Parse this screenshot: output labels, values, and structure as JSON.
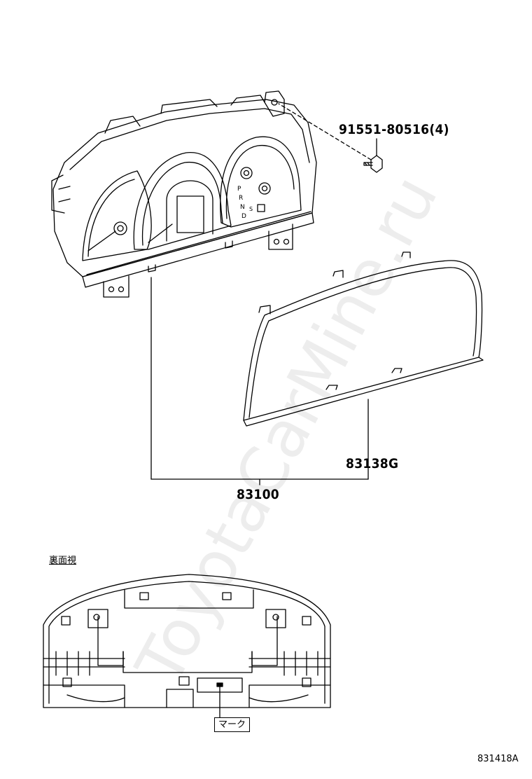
{
  "parts": {
    "bolt": "91551-80516(4)",
    "lens_cover": "83138G",
    "meter_assembly": "83100"
  },
  "rear_view": {
    "title": "裏面視",
    "mark_label": "マーク"
  },
  "gauge": {
    "gear_letters": [
      "P",
      "R",
      "N",
      "D"
    ],
    "s_label": "S"
  },
  "illustration_id": "831418A",
  "watermark": "ToyotaCarMine.ru"
}
